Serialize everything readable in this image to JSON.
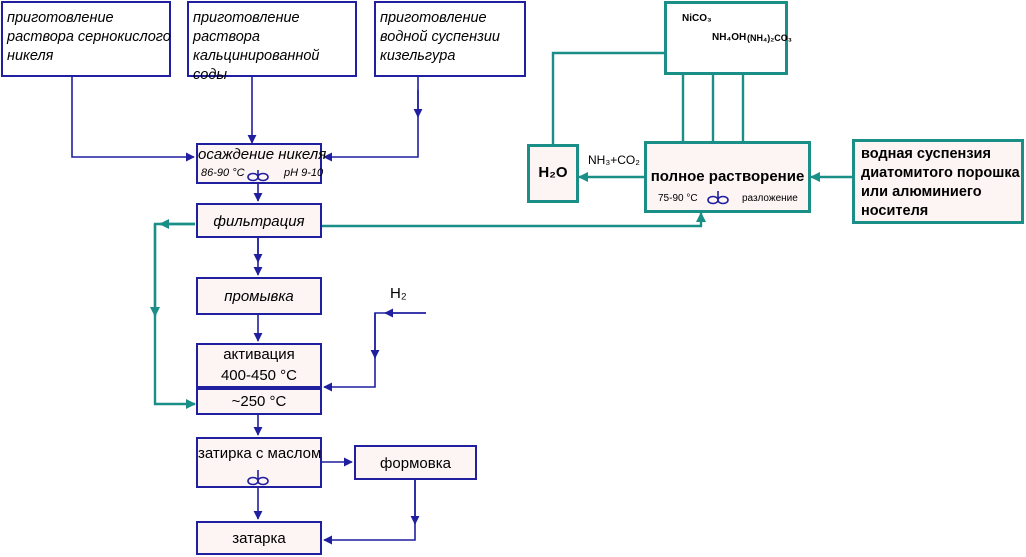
{
  "boxes": {
    "nickel_sulfate": "приготовление раствора сернокислого никеля",
    "soda_solution": "приготовление раствора кальцинированной соды",
    "kieselguhr_suspension": "приготовление водной суспензии кизельгура",
    "precipitation": {
      "title": "осаждение никеля",
      "temp": "86-90 °C",
      "ph": "pH 9-10"
    },
    "filtration": "фильтрация",
    "washing": "промывка",
    "activation": {
      "title": "активация",
      "temp": "400-450 °C"
    },
    "cooling": {
      "temp": "~250 °C"
    },
    "oil_mixing": "затирка с маслом",
    "forming": "формовка",
    "final_mixing": "затарка",
    "water": "H₂O",
    "full_dissolution": {
      "title": "полное растворение",
      "temp": "75-90 °C",
      "decomposition": "разложение"
    },
    "carrier_suspension": "водная суспензия диатомитого порошка или алюминиего носителя",
    "reagents": {
      "nico3": "NiCO₃",
      "nh4oh": "NH₄OH",
      "nh4co3": "(NH₄)₂CO₃"
    }
  },
  "labels": {
    "h2": "H₂",
    "nh3_co2": "NH₃+CO₂"
  },
  "colors": {
    "process_line": "#1f1fa0",
    "recycle_line": "#1a8f87",
    "box_fill": "#fdf4f4"
  },
  "icons": {
    "stirrer": "stirrer-icon"
  }
}
